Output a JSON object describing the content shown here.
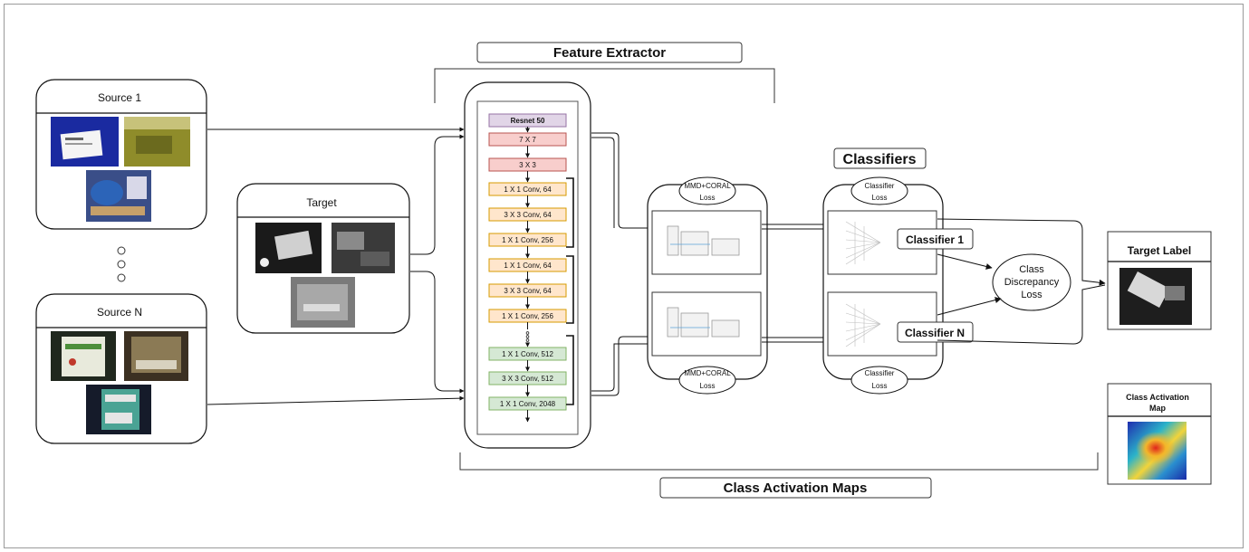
{
  "titles": {
    "feature_extractor": "Feature Extractor",
    "classifiers": "Classifiers",
    "class_activation_maps": "Class Activation Maps"
  },
  "sources": {
    "source1": "Source 1",
    "sourceN": "Source N",
    "target": "Target"
  },
  "layers": [
    {
      "label": "Resnet 50",
      "kind": "header"
    },
    {
      "label": "7 X 7",
      "kind": "red"
    },
    {
      "label": "3 X 3",
      "kind": "red"
    },
    {
      "label": "1 X 1 Conv, 64",
      "kind": "orange"
    },
    {
      "label": "3 X 3 Conv, 64",
      "kind": "orange"
    },
    {
      "label": "1 X 1 Conv, 256",
      "kind": "orange"
    },
    {
      "label": "1 X 1 Conv, 64",
      "kind": "orange"
    },
    {
      "label": "3 X 3 Conv, 64",
      "kind": "orange"
    },
    {
      "label": "1 X 1 Conv, 256",
      "kind": "orange"
    },
    {
      "label": "1 X 1 Conv, 512",
      "kind": "green"
    },
    {
      "label": "3 X 3 Conv, 512",
      "kind": "green"
    },
    {
      "label": "1 X 1 Conv, 2048",
      "kind": "green"
    }
  ],
  "losses": {
    "mmd_top_line1": "MMD+CORAL",
    "mmd_top_line2": "Loss",
    "mmd_bottom_line1": "MMD+CORAL",
    "mmd_bottom_line2": "Loss",
    "clf_top_line1": "Classifier",
    "clf_top_line2": "Loss",
    "clf_bottom_line1": "Classifier",
    "clf_bottom_line2": "Loss",
    "discrepancy_line1": "Class",
    "discrepancy_line2": "Discrepancy",
    "discrepancy_line3": "Loss"
  },
  "classifier_labels": {
    "first": "Classifier 1",
    "last": "Classifier N"
  },
  "outputs": {
    "target_label": "Target Label",
    "cam_line1": "Class Activation",
    "cam_line2": "Map"
  },
  "colors": {
    "header_fill": "#e1d5e7",
    "header_stroke": "#9673a6",
    "red_fill": "#f8cecc",
    "red_stroke": "#b85450",
    "orange_fill": "#ffe6cc",
    "orange_stroke": "#d79b00",
    "green_fill": "#d5e8d4",
    "green_stroke": "#82b366"
  }
}
